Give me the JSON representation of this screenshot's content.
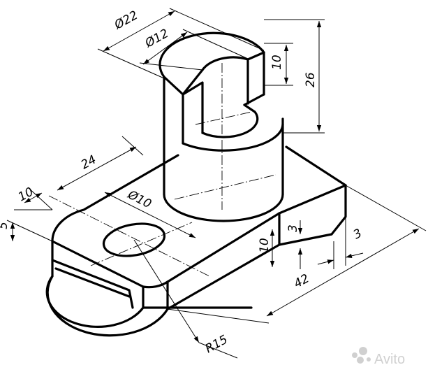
{
  "dimensions": {
    "d22": "Ø22",
    "d12": "Ø12",
    "h10_top": "10",
    "h26": "26",
    "len24": "24",
    "d10": "Ø10",
    "w10_left": "10",
    "t5": "5",
    "h10_base": "10",
    "g3_a": "3",
    "g3_b": "3",
    "len42": "42",
    "r15": "R15"
  },
  "watermark": {
    "text": "Avito"
  },
  "colors": {
    "line": "#000000",
    "background": "#ffffff",
    "watermark": "#d0d0d0"
  }
}
